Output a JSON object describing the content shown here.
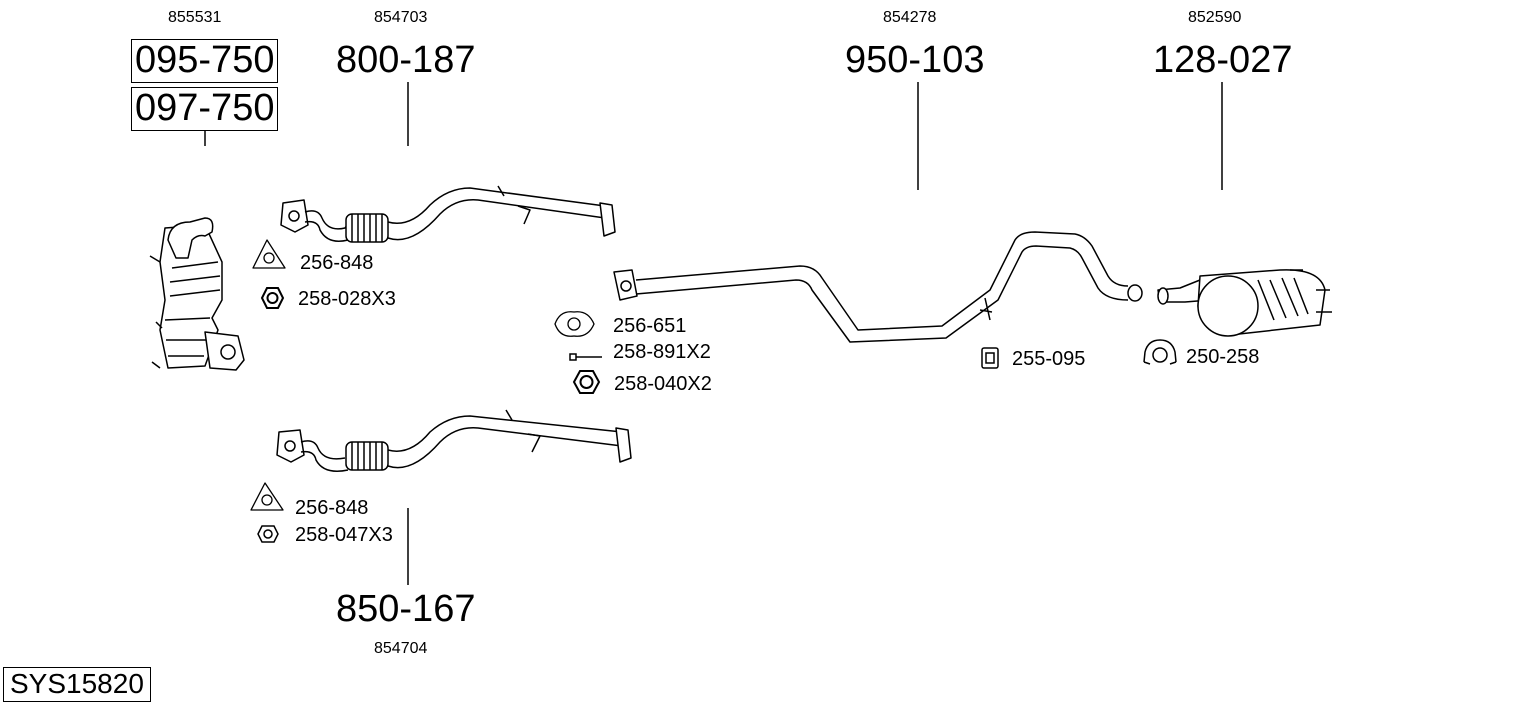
{
  "parts": {
    "catalyst": {
      "oem": "855531",
      "codes": [
        "095-750",
        "097-750"
      ]
    },
    "front_pipe_upper": {
      "oem": "854703",
      "code": "800-187"
    },
    "front_pipe_lower": {
      "oem": "854704",
      "code": "850-167"
    },
    "middle_pipe": {
      "oem": "854278",
      "code": "950-103"
    },
    "rear_muffler": {
      "oem": "852590",
      "code": "128-027"
    }
  },
  "accessories": {
    "gasket_upper": "256-848",
    "nut_upper": "258-028X3",
    "gasket_middle": "256-651",
    "bolt_middle": "258-891X2",
    "nut_middle": "258-040X2",
    "gasket_lower": "256-848",
    "nut_lower": "258-047X3",
    "rubber_mount": "255-095",
    "clamp": "250-258"
  },
  "system_id": "SYS15820"
}
